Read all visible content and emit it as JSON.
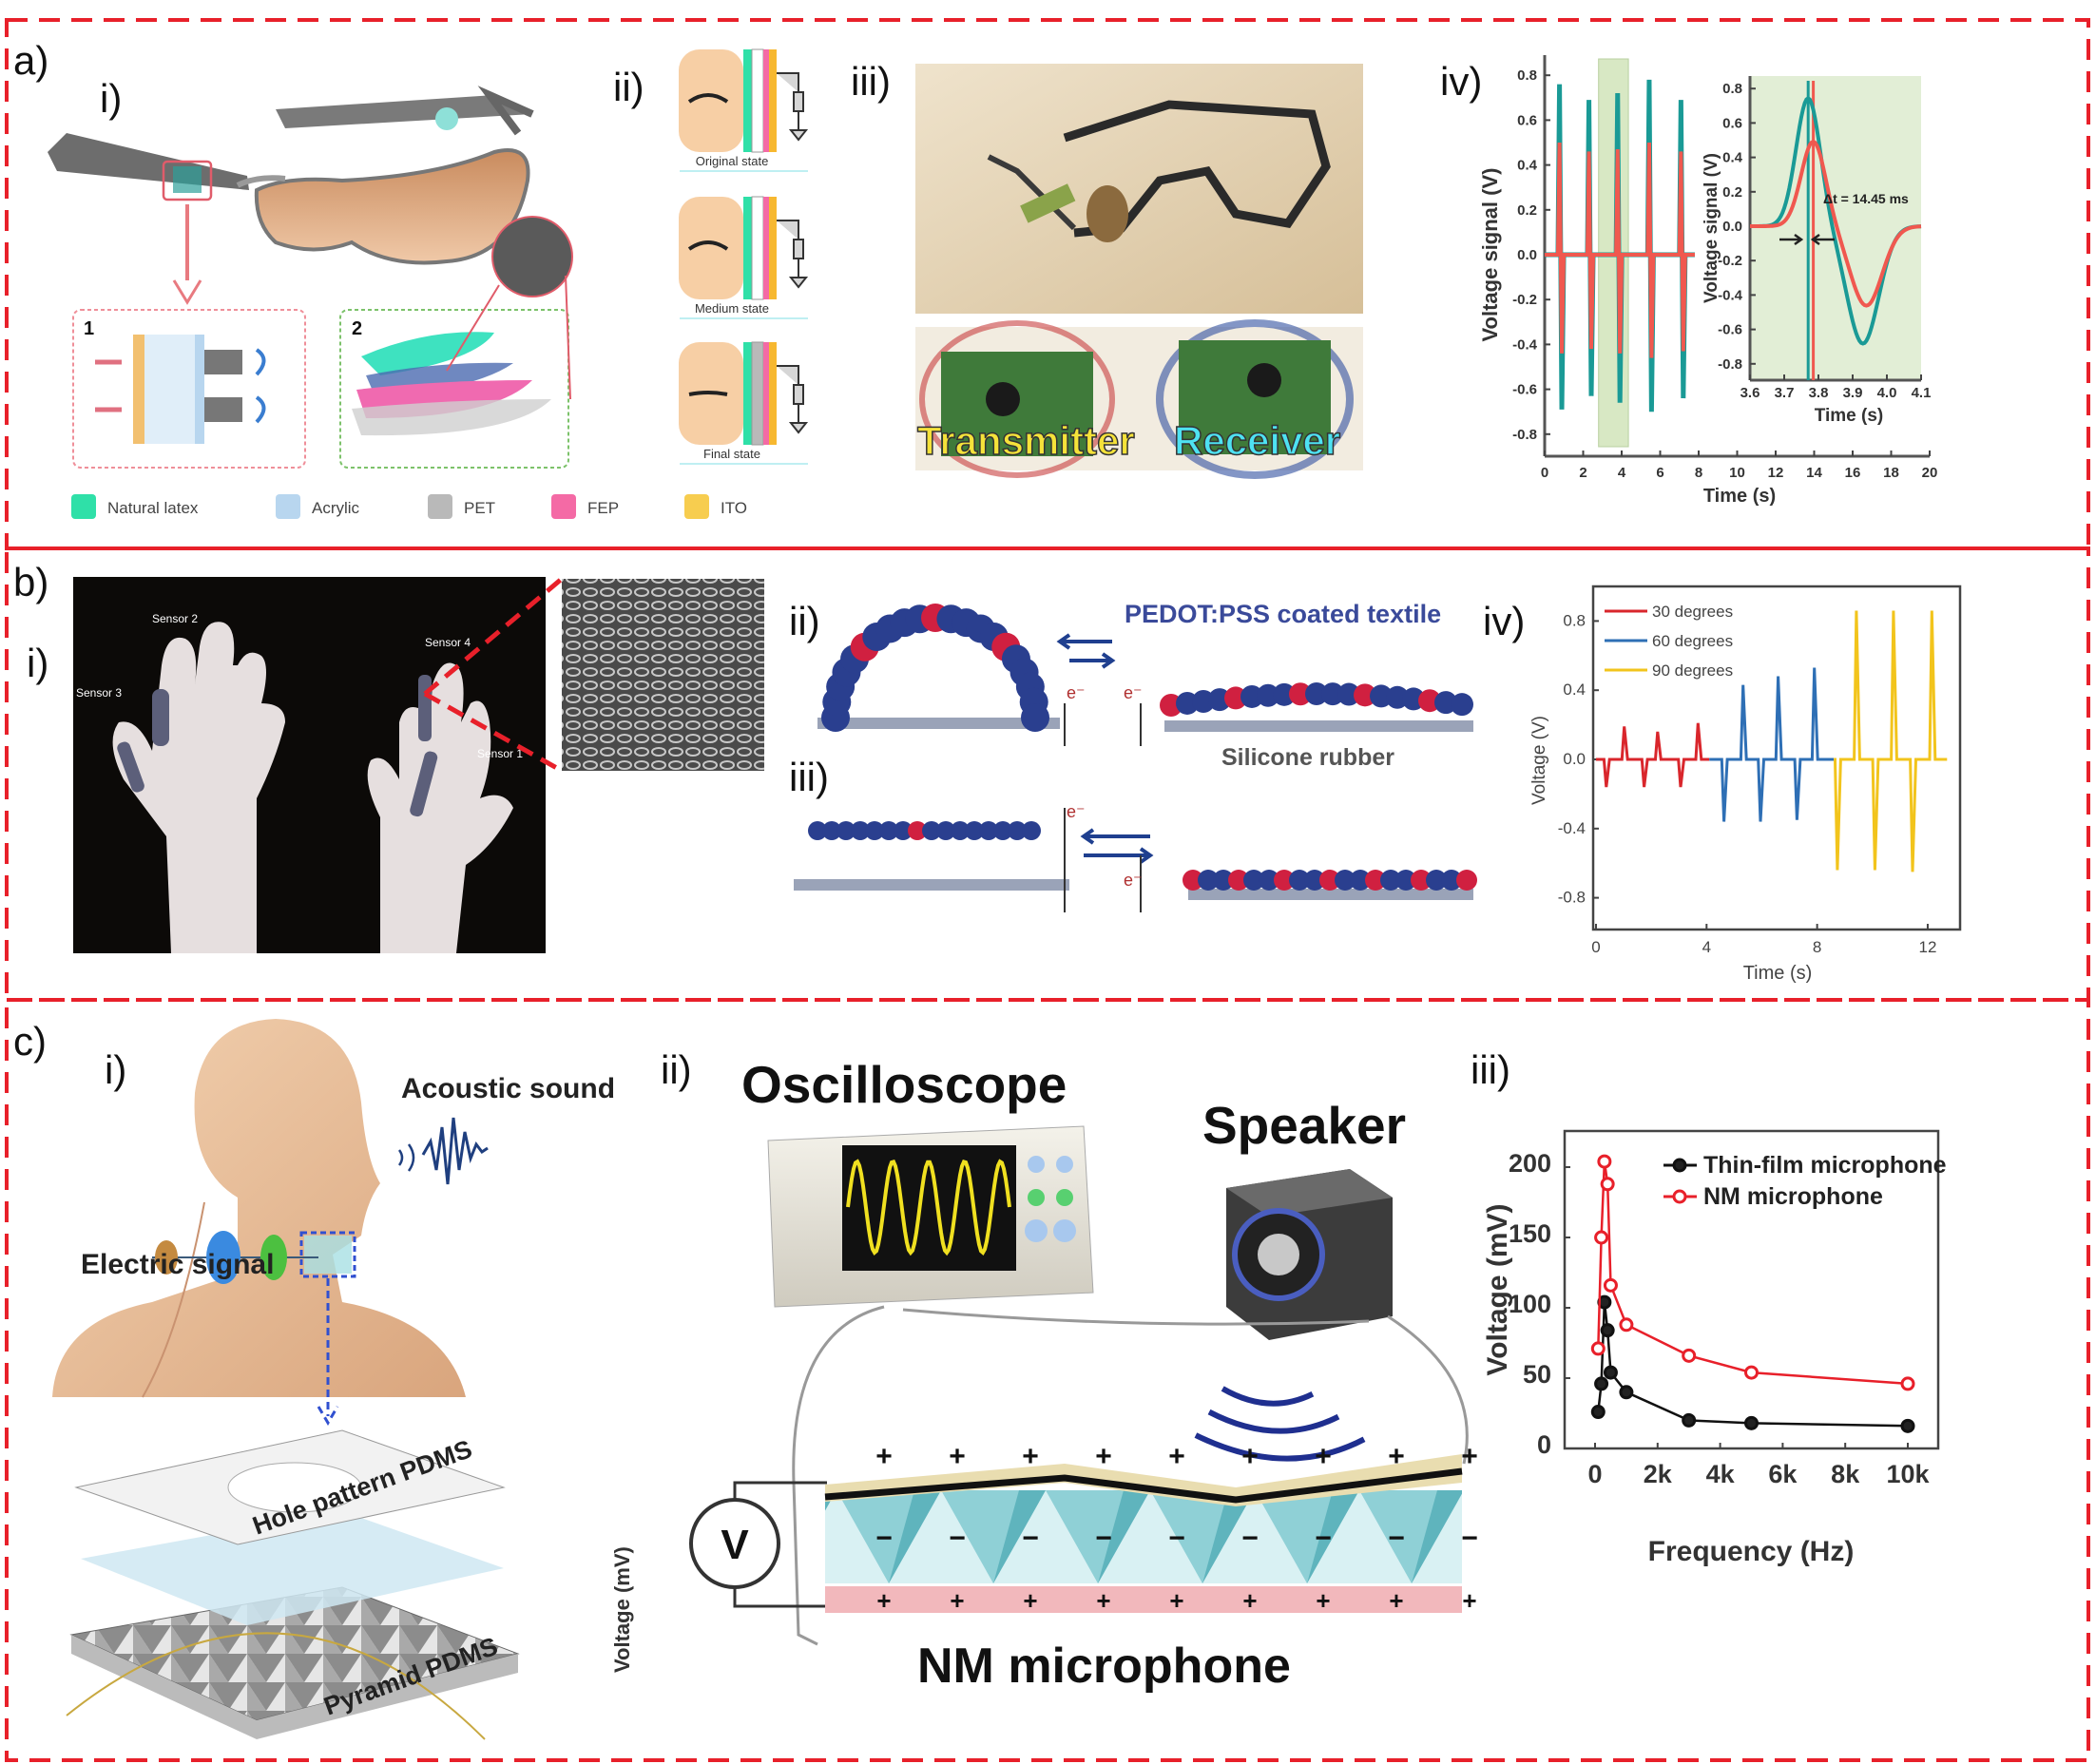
{
  "panels": {
    "a": {
      "label": "a)",
      "sub": [
        "i)",
        "ii)",
        "iii)",
        "iv)"
      ],
      "box_labels": [
        "1",
        "2"
      ],
      "legend": [
        {
          "label": "Natural latex",
          "color": "#2fe0a8"
        },
        {
          "label": "Acrylic",
          "color": "#b8d6ef"
        },
        {
          "label": "PET",
          "color": "#b9b9b9"
        },
        {
          "label": "FEP",
          "color": "#f46aa5"
        },
        {
          "label": "ITO",
          "color": "#f7cd4f"
        }
      ],
      "states": [
        "Original state",
        "Medium state",
        "Final state"
      ],
      "boards": {
        "transmitter": "Transmitter",
        "receiver": "Receiver"
      }
    },
    "b": {
      "label": "b)",
      "sub": [
        "i)",
        "ii)",
        "iii)",
        "iv)"
      ],
      "sensors": [
        "Sensor 2",
        "Sensor 3",
        "Sensor 4",
        "Sensor 1"
      ],
      "pedot": "PEDOT:PSS coated textile",
      "silicone": "Silicone rubber",
      "electron": "e⁻"
    },
    "c": {
      "label": "c)",
      "sub": [
        "i)",
        "ii)",
        "iii)"
      ],
      "acoustic": "Acoustic sound",
      "electric": "Electric signal",
      "hole_pdms": "Hole pattern PDMS",
      "pyramid_pdms": "Pyramid PDMS",
      "oscilloscope": "Oscilloscope",
      "speaker": "Speaker",
      "voltmeter": "V",
      "voltage_axis": "Voltage (mV)",
      "nm_microphone": "NM microphone",
      "plus": "+",
      "minus": "−"
    }
  },
  "colors": {
    "frame": "#e8202a",
    "teal": "#1a9a96",
    "red": "#f0584f"
  },
  "chart_data": [
    {
      "id": "a-iv-main",
      "type": "line",
      "xlabel": "Time (s)",
      "ylabel": "Voltage signal (V)",
      "xlim": [
        0,
        20
      ],
      "ylim": [
        -0.9,
        0.9
      ],
      "xticks": [
        0,
        2,
        4,
        6,
        8,
        10,
        12,
        14,
        16,
        18,
        20
      ],
      "yticks": [
        -0.8,
        -0.6,
        -0.4,
        -0.2,
        0.0,
        0.2,
        0.4,
        0.6,
        0.8
      ],
      "highlight_range": [
        2.8,
        4.35
      ],
      "series": [
        {
          "name": "teal",
          "color": "#1a9a96",
          "spike_times": [
            0.77,
            2.3,
            3.79,
            5.43,
            7.08
          ],
          "peaks": [
            0.76,
            0.69,
            0.72,
            0.78,
            0.69
          ],
          "troughs": [
            -0.69,
            -0.63,
            -0.66,
            -0.7,
            -0.64
          ]
        },
        {
          "name": "red",
          "color": "#f0584f",
          "spike_times": [
            0.77,
            2.3,
            3.79,
            5.43,
            7.08
          ],
          "peaks": [
            0.5,
            0.46,
            0.47,
            0.5,
            0.46
          ],
          "troughs": [
            -0.44,
            -0.42,
            -0.44,
            -0.46,
            -0.43
          ]
        }
      ]
    },
    {
      "id": "a-iv-inset",
      "type": "line",
      "xlabel": "Time (s)",
      "ylabel": "Voltage signal (V)",
      "xlim": [
        3.6,
        4.1
      ],
      "ylim": [
        -0.9,
        0.9
      ],
      "xticks": [
        3.6,
        3.7,
        3.8,
        3.9,
        4.0,
        4.1
      ],
      "yticks": [
        -0.8,
        -0.6,
        -0.4,
        -0.2,
        0.0,
        0.2,
        0.4,
        0.6,
        0.8
      ],
      "annotation": "Δt = 14.45 ms",
      "series": [
        {
          "name": "teal",
          "color": "#1a9a96",
          "peak": {
            "t": 3.77,
            "v": 0.71
          },
          "trough": {
            "t": 3.93,
            "v": -0.65
          }
        },
        {
          "name": "red",
          "color": "#f0584f",
          "peak": {
            "t": 3.785,
            "v": 0.47
          },
          "trough": {
            "t": 3.94,
            "v": -0.44
          }
        }
      ]
    },
    {
      "id": "b-iv",
      "type": "line",
      "xlabel": "Time (s)",
      "ylabel": "Voltage (V)",
      "xlim": [
        0,
        12.8
      ],
      "ylim": [
        -1.0,
        1.0
      ],
      "xticks": [
        0,
        4,
        8,
        12
      ],
      "yticks": [
        -0.8,
        -0.4,
        0.0,
        0.4,
        0.8
      ],
      "legend_position": "top-left",
      "series": [
        {
          "name": "30 degrees",
          "color": "#d9262c",
          "range": [
            0,
            4.1
          ],
          "neg_times": [
            0.37,
            1.74,
            3.06
          ],
          "neg_values": [
            -0.16,
            -0.16,
            -0.16
          ],
          "pos_times": [
            1.02,
            2.23,
            3.69
          ],
          "pos_values": [
            0.19,
            0.16,
            0.21
          ]
        },
        {
          "name": "60 degrees",
          "color": "#2e6fb5",
          "range": [
            4.1,
            8.6
          ],
          "neg_times": [
            4.63,
            5.95,
            7.27
          ],
          "neg_values": [
            -0.36,
            -0.36,
            -0.35
          ],
          "pos_times": [
            5.32,
            6.59,
            7.9
          ],
          "pos_values": [
            0.43,
            0.48,
            0.53
          ]
        },
        {
          "name": "90 degrees",
          "color": "#f2c41c",
          "range": [
            8.6,
            12.7
          ],
          "neg_times": [
            8.73,
            10.09,
            11.45
          ],
          "neg_values": [
            -0.64,
            -0.64,
            -0.65
          ],
          "pos_times": [
            9.42,
            10.76,
            12.15
          ],
          "pos_values": [
            0.86,
            0.86,
            0.86
          ]
        }
      ]
    },
    {
      "id": "c-iii",
      "type": "line",
      "xlabel": "Frequency (Hz)",
      "ylabel": "Voltage (mV)",
      "xlim": [
        -1000,
        11000
      ],
      "ylim": [
        0,
        225
      ],
      "xticks": [
        0,
        2000,
        4000,
        6000,
        8000,
        10000
      ],
      "xtick_labels": [
        "0",
        "2k",
        "4k",
        "6k",
        "8k",
        "10k"
      ],
      "yticks": [
        0,
        50,
        100,
        150,
        200
      ],
      "legend_position": "top-right",
      "series": [
        {
          "name": "Thin-film microphone",
          "color": "#111111",
          "x": [
            100,
            200,
            300,
            400,
            500,
            1000,
            3000,
            5000,
            10000
          ],
          "y": [
            26,
            46,
            104,
            84,
            54,
            40,
            20,
            18,
            16
          ]
        },
        {
          "name": "NM microphone",
          "color": "#e8202a",
          "x": [
            100,
            200,
            300,
            400,
            500,
            1000,
            3000,
            5000,
            10000
          ],
          "y": [
            71,
            150,
            204,
            188,
            116,
            88,
            66,
            54,
            46
          ]
        }
      ]
    }
  ]
}
